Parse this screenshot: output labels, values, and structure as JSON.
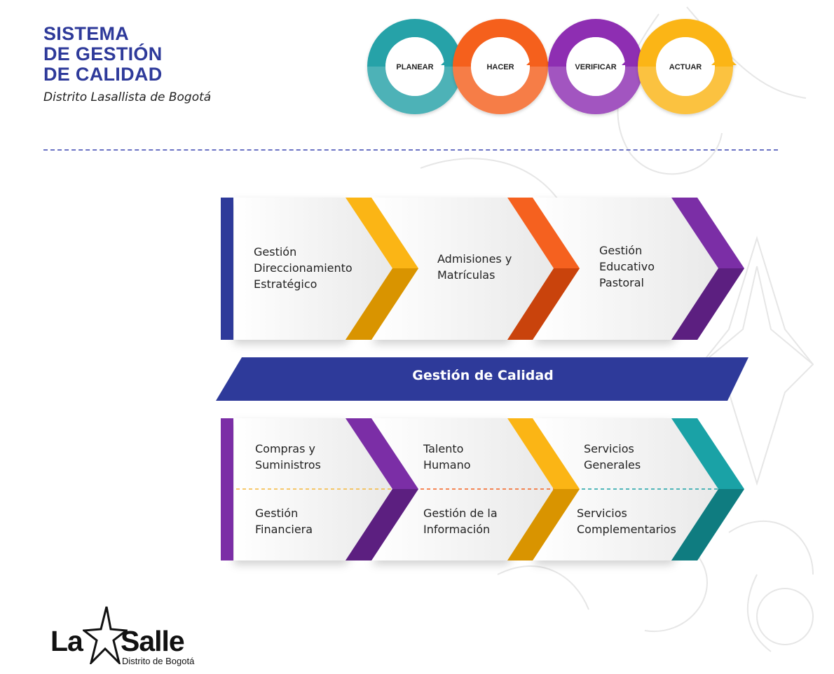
{
  "title": {
    "line1": "SISTEMA",
    "line2": "DE GESTIÓN",
    "line3": "DE CALIDAD",
    "subtitle": "Distrito Lasallista de Bogotá"
  },
  "pdca": [
    {
      "label": "PLANEAR",
      "color": "#26a2a8"
    },
    {
      "label": "HACER",
      "color": "#f5611f"
    },
    {
      "label": "VERIFICAR",
      "color": "#8e2fb2"
    },
    {
      "label": "ACTUAR",
      "color": "#fbb515"
    }
  ],
  "top_row": [
    {
      "lines": [
        "Gestión",
        "Direccionamiento",
        "Estratégico"
      ]
    },
    {
      "lines": [
        "Admisiones y",
        "Matrículas"
      ]
    },
    {
      "lines": [
        "Gestión",
        "Educativo",
        "Pastoral"
      ]
    }
  ],
  "center_banner": {
    "label": "Gestión de Calidad",
    "color": "#2e3a9a"
  },
  "bottom_row": [
    {
      "top": [
        "Compras y",
        "Suministros"
      ],
      "bottom": [
        "Gestión",
        "Financiera"
      ]
    },
    {
      "top": [
        "Talento",
        "Humano"
      ],
      "bottom": [
        "Gestión de la",
        "Información"
      ]
    },
    {
      "top": [
        "Servicios",
        "Generales"
      ],
      "bottom": [
        "Servicios",
        "Complementarios"
      ]
    }
  ],
  "colors": {
    "navy": "#2e3a9a",
    "yellow": "#fbb515",
    "orange": "#f5611f",
    "purple": "#7b2ea6",
    "teal": "#1aa2a6"
  },
  "logo": {
    "brand_left": "La",
    "brand_right": "Salle",
    "tagline": "Distrito de Bogotá"
  }
}
